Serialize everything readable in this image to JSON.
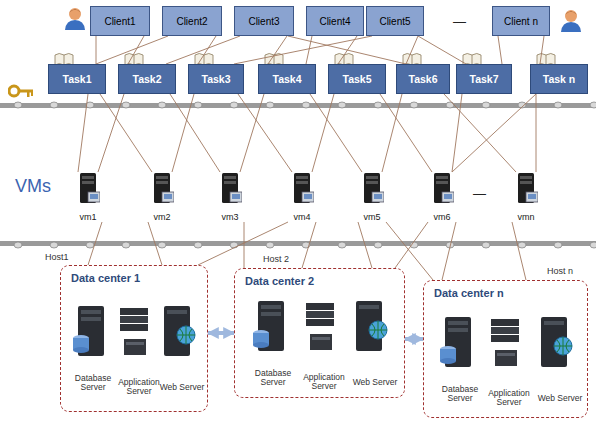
{
  "diagram": {
    "nodes": [
      {
        "text": [
          "Client1"
        ]
      },
      {
        "text": [
          "Client2"
        ]
      },
      {
        "text": [
          "Client3"
        ]
      },
      {
        "text": [
          "Client4"
        ]
      },
      {
        "text": [
          "Client5"
        ]
      },
      {
        "text": [
          "Client n"
        ]
      },
      {
        "text": [
          "Task1"
        ]
      },
      {
        "text": [
          "Task2"
        ]
      },
      {
        "text": [
          "Task3"
        ]
      },
      {
        "text": [
          "Task4"
        ]
      },
      {
        "text": [
          "Task5"
        ]
      },
      {
        "text": [
          "Task6"
        ]
      },
      {
        "text": [
          "Task7"
        ]
      },
      {
        "text": [
          "Task n"
        ]
      },
      {
        "text": [
          "vm1"
        ]
      },
      {
        "text": [
          "vm2"
        ]
      },
      {
        "text": [
          "vm3"
        ]
      },
      {
        "text": [
          "vm4"
        ]
      },
      {
        "text": [
          "vm5"
        ]
      },
      {
        "text": [
          "vm6"
        ]
      },
      {
        "text": [
          "vmn"
        ]
      },
      {
        "text": [
          "Data center 1"
        ]
      },
      {
        "text": [
          "Database Server"
        ],
        "in": 21
      },
      {
        "text": [
          "Application Server"
        ],
        "in": 21
      },
      {
        "text": [
          "Web Server"
        ],
        "in": 21
      },
      {
        "text": [
          "Data center 2"
        ]
      },
      {
        "text": [
          "Database Server"
        ],
        "in": 25
      },
      {
        "text": [
          "Application Server"
        ],
        "in": 25
      },
      {
        "text": [
          "Web Server"
        ],
        "in": 25
      },
      {
        "text": [
          "Data center n"
        ]
      },
      {
        "text": [
          "Database Server"
        ],
        "in": 29
      },
      {
        "text": [
          "Application Server"
        ],
        "in": 29
      },
      {
        "text": [
          "Web Server"
        ],
        "in": 29
      }
    ],
    "edges": [
      {
        "from": 0,
        "to": 6,
        "arrow": "none"
      },
      {
        "from": 0,
        "to": 7,
        "arrow": "none"
      },
      {
        "from": 1,
        "to": 6,
        "arrow": "none"
      },
      {
        "from": 1,
        "to": 8,
        "arrow": "none"
      },
      {
        "from": 2,
        "to": 7,
        "arrow": "none"
      },
      {
        "from": 2,
        "to": 9,
        "arrow": "none"
      },
      {
        "from": 2,
        "to": 11,
        "arrow": "none"
      },
      {
        "from": 3,
        "to": 9,
        "arrow": "none"
      },
      {
        "from": 3,
        "to": 10,
        "arrow": "none"
      },
      {
        "from": 4,
        "to": 8,
        "arrow": "none"
      },
      {
        "from": 4,
        "to": 11,
        "arrow": "none"
      },
      {
        "from": 4,
        "to": 12,
        "arrow": "none"
      },
      {
        "from": 5,
        "to": 12,
        "arrow": "none"
      },
      {
        "from": 5,
        "to": 13,
        "arrow": "none"
      },
      {
        "from": 6,
        "to": 14,
        "arrow": "none"
      },
      {
        "from": 6,
        "to": 15,
        "arrow": "none"
      },
      {
        "from": 7,
        "to": 14,
        "arrow": "none"
      },
      {
        "from": 7,
        "to": 16,
        "arrow": "none"
      },
      {
        "from": 8,
        "to": 15,
        "arrow": "none"
      },
      {
        "from": 8,
        "to": 17,
        "arrow": "none"
      },
      {
        "from": 9,
        "to": 16,
        "arrow": "none"
      },
      {
        "from": 9,
        "to": 18,
        "arrow": "none"
      },
      {
        "from": 10,
        "to": 17,
        "arrow": "none"
      },
      {
        "from": 10,
        "to": 19,
        "arrow": "none"
      },
      {
        "from": 11,
        "to": 18,
        "arrow": "none"
      },
      {
        "from": 11,
        "to": 20,
        "arrow": "none"
      },
      {
        "from": 12,
        "to": 19,
        "arrow": "none"
      },
      {
        "from": 13,
        "to": 19,
        "arrow": "none"
      },
      {
        "from": 13,
        "to": 20,
        "arrow": "none"
      },
      {
        "from": 14,
        "to": 21,
        "arrow": "none"
      },
      {
        "from": 15,
        "to": 21,
        "arrow": "none"
      },
      {
        "from": 16,
        "to": 25,
        "arrow": "none"
      },
      {
        "from": 17,
        "to": 21,
        "arrow": "none"
      },
      {
        "from": 17,
        "to": 25,
        "arrow": "none"
      },
      {
        "from": 18,
        "to": 25,
        "arrow": "none"
      },
      {
        "from": 18,
        "to": 29,
        "arrow": "none"
      },
      {
        "from": 19,
        "to": 25,
        "arrow": "none"
      },
      {
        "from": 19,
        "to": 29,
        "arrow": "none"
      },
      {
        "from": 20,
        "to": 29,
        "arrow": "none"
      },
      {
        "from": 21,
        "to": 25,
        "arrow": "both"
      },
      {
        "from": 25,
        "to": 29,
        "arrow": "both"
      }
    ],
    "labels": [
      "—",
      "VMs",
      "—",
      "Host1",
      "Host 2",
      "Host n"
    ]
  }
}
